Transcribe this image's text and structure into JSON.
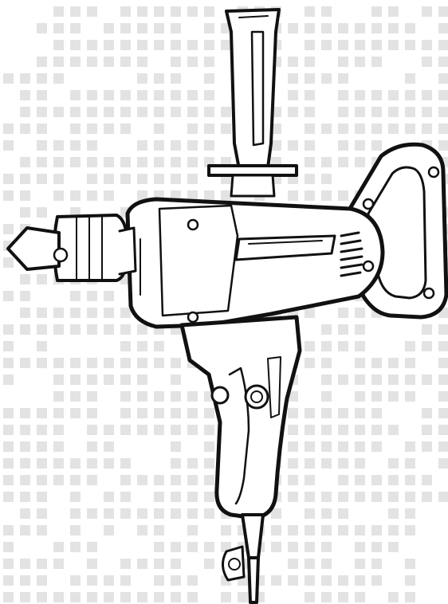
{
  "illustration": {
    "subject": "drill-mixer",
    "style": "line-art",
    "background_pattern": "pixel-grid",
    "colors": {
      "background": "#ffffff",
      "grid_square": "#e3e3e3",
      "outline": "#111111",
      "fill": "#ffffff"
    }
  }
}
